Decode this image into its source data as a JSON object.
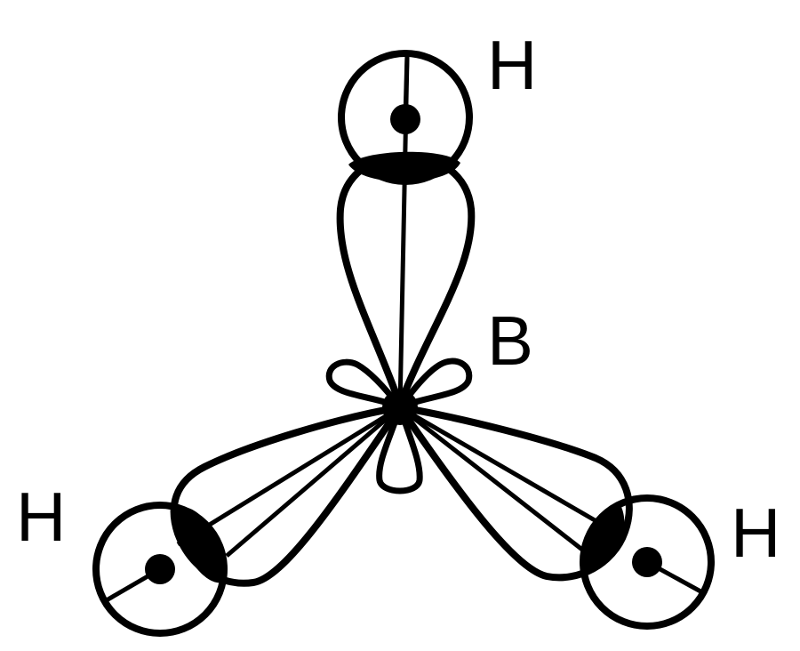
{
  "diagram": {
    "labels": {
      "h_top": "H",
      "h_left": "H",
      "h_right": "H",
      "b_center": "B"
    },
    "colors": {
      "ink": "#000000",
      "paper": "#ffffff"
    }
  }
}
